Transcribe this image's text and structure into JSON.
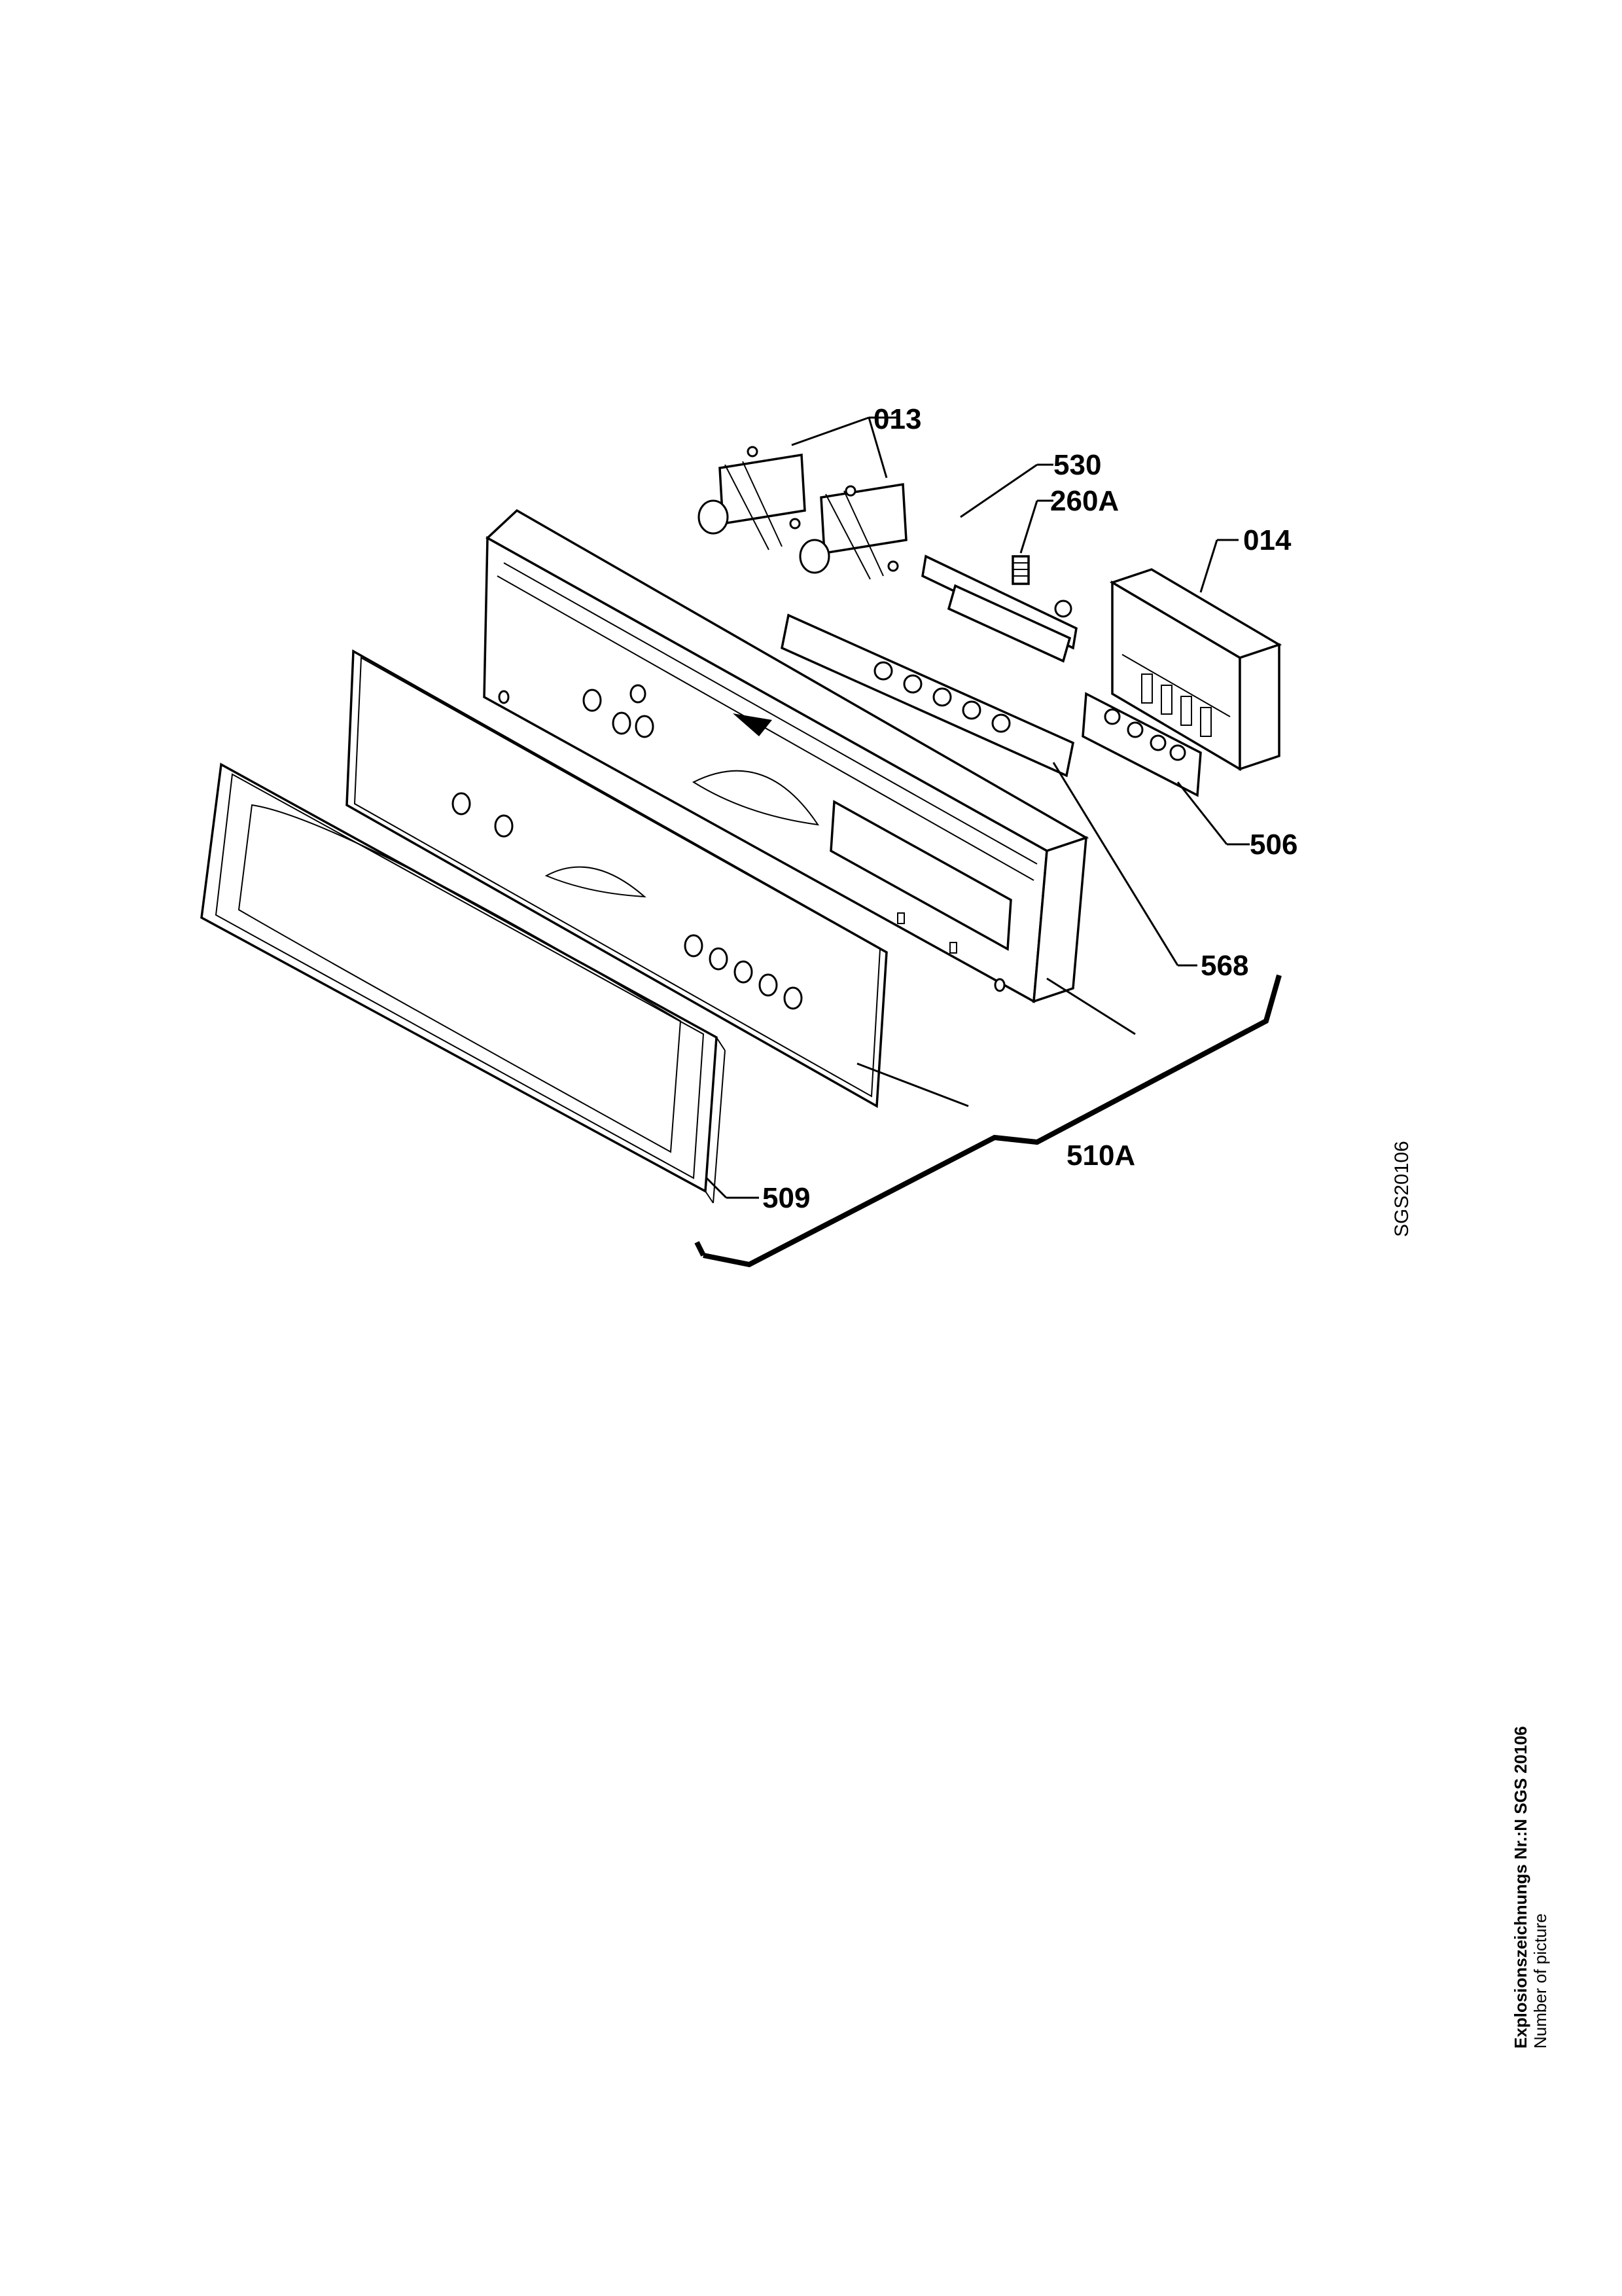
{
  "parts": [
    {
      "id": "013",
      "label": "013"
    },
    {
      "id": "530",
      "label": "530"
    },
    {
      "id": "260A",
      "label": "260A"
    },
    {
      "id": "014",
      "label": "014"
    },
    {
      "id": "506",
      "label": "506"
    },
    {
      "id": "568",
      "label": "568"
    },
    {
      "id": "510A",
      "label": "510A"
    },
    {
      "id": "509",
      "label": "509"
    }
  ],
  "drawing_code": "SGS20106",
  "footer": {
    "title": "Explosionszeichnungs Nr.:N SGS 20106",
    "subtitle": "Number of picture"
  }
}
